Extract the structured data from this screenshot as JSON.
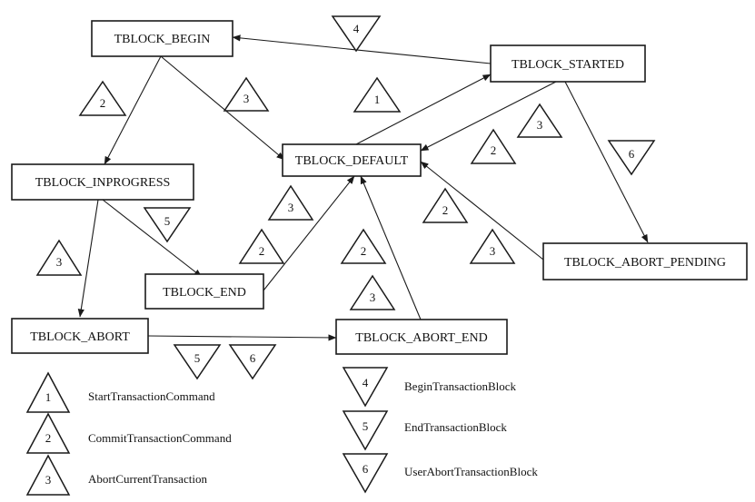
{
  "diagram": {
    "states": {
      "begin": "TBLOCK_BEGIN",
      "started": "TBLOCK_STARTED",
      "default": "TBLOCK_DEFAULT",
      "inprogress": "TBLOCK_INPROGRESS",
      "end": "TBLOCK_END",
      "abort": "TBLOCK_ABORT",
      "abort_end": "TBLOCK_ABORT_END",
      "abort_pending": "TBLOCK_ABORT_PENDING"
    },
    "markers": {
      "m4_top": "4",
      "m2_begin_inprog": "2",
      "m3_begin_default": "3",
      "m1_default_started": "1",
      "m3_started_default": "3",
      "m2_started_default": "2",
      "m6_started_pending": "6",
      "m5_inprog_end": "5",
      "m3_end_default": "3",
      "m2_end_default": "2",
      "m3_inprog_abort": "3",
      "m2_abortend_default": "2",
      "m3_abortend_default": "3",
      "m2_pending_default": "2",
      "m3_pending_default": "3",
      "m5_abort_abortend": "5",
      "m6_abort_abortend": "6"
    },
    "legend": [
      {
        "num": "1",
        "label": "StartTransactionCommand"
      },
      {
        "num": "2",
        "label": "CommitTransactionCommand"
      },
      {
        "num": "3",
        "label": "AbortCurrentTransaction"
      },
      {
        "num": "4",
        "label": "BeginTransactionBlock"
      },
      {
        "num": "5",
        "label": "EndTransactionBlock"
      },
      {
        "num": "6",
        "label": "UserAbortTransactionBlock"
      }
    ]
  }
}
